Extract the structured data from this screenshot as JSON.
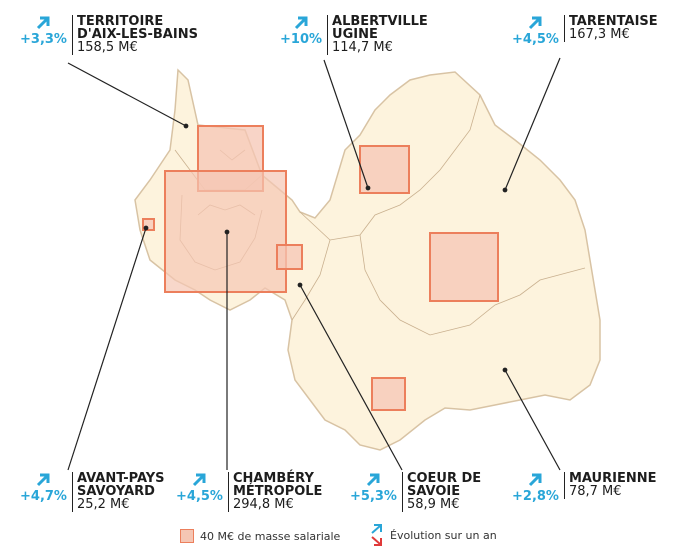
{
  "colors": {
    "territory_fill": "#fdf3dd",
    "territory_border": "#d8c3a4",
    "square_fill": "#f5c6b4",
    "square_stroke": "#ec7f5c",
    "growth_up": "#29a6d8",
    "growth_down": "#e03a3a"
  },
  "territories": [
    {
      "id": "aix",
      "name_line1": "TERRITOIRE",
      "name_line2": "D'AIX-LES-BAINS",
      "value": "158,5 M€",
      "growth": "+3,3%",
      "amount": 158.5
    },
    {
      "id": "albertville",
      "name_line1": "ALBERTVILLE",
      "name_line2": "UGINE",
      "value": "114,7 M€",
      "growth": "+10%",
      "amount": 114.7
    },
    {
      "id": "tarentaise",
      "name_line1": "TARENTAISE",
      "name_line2": "",
      "value": "167,3 M€",
      "growth": "+4,5%",
      "amount": 167.3
    },
    {
      "id": "avantpays",
      "name_line1": "AVANT-PAYS",
      "name_line2": "SAVOYARD",
      "value": "25,2 M€",
      "growth": "+4,7%",
      "amount": 25.2
    },
    {
      "id": "chambery",
      "name_line1": "CHAMBÉRY",
      "name_line2": "MÉTROPOLE",
      "value": "294,8 M€",
      "growth": "+4,5%",
      "amount": 294.8
    },
    {
      "id": "coeur",
      "name_line1": "COEUR DE",
      "name_line2": "SAVOIE",
      "value": "58,9 M€",
      "growth": "+5,3%",
      "amount": 58.9
    },
    {
      "id": "maurienne",
      "name_line1": "MAURIENNE",
      "name_line2": "",
      "value": "78,7 M€",
      "growth": "+2,8%",
      "amount": 78.7
    }
  ],
  "legend": {
    "square_label": "40 M€ de masse salariale",
    "arrow_label": "Évolution sur un an"
  }
}
